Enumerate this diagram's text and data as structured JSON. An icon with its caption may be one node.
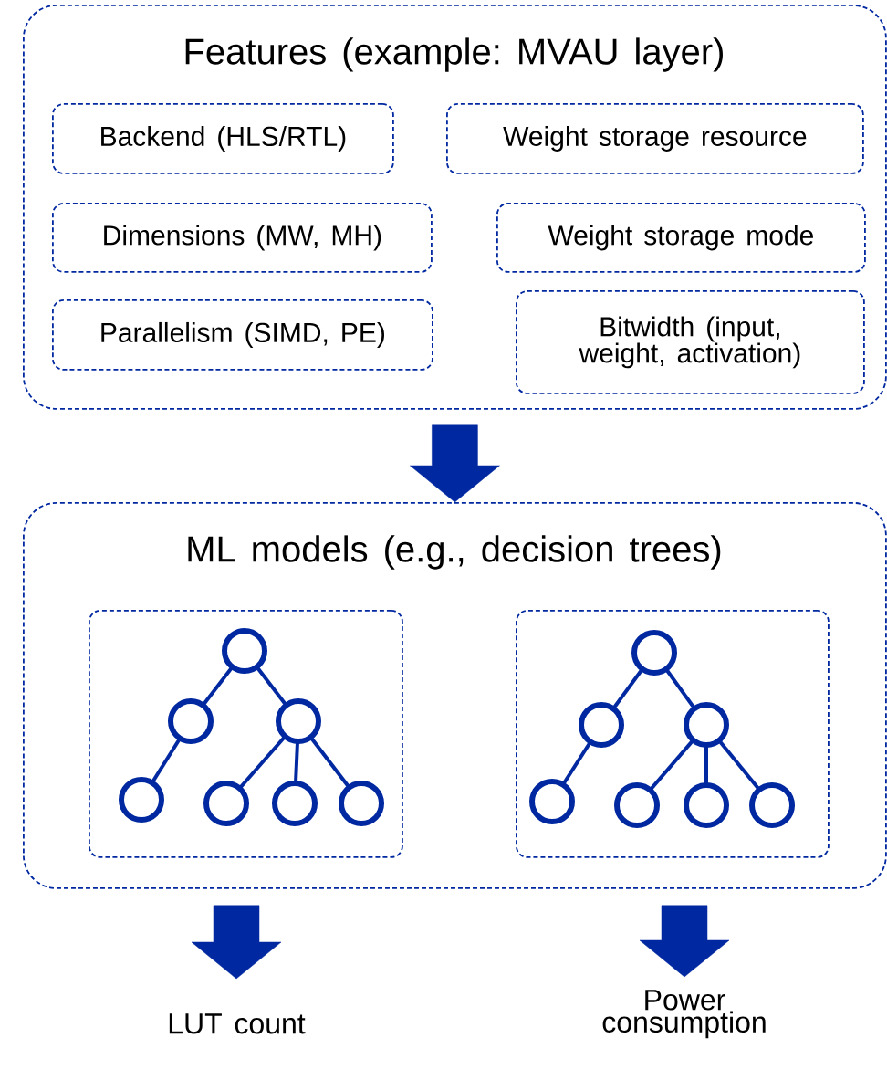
{
  "diagram": {
    "nodes": [
      {
        "text": [
          "Features (example: MVAU layer)"
        ]
      },
      {
        "text": [
          "Backend (HLS/RTL)"
        ],
        "in": 0
      },
      {
        "text": [
          "Weight storage resource"
        ],
        "in": 0
      },
      {
        "text": [
          "Dimensions (MW, MH)"
        ],
        "in": 0
      },
      {
        "text": [
          "Weight storage mode"
        ],
        "in": 0
      },
      {
        "text": [
          "Parallelism (SIMD, PE)"
        ],
        "in": 0
      },
      {
        "text": [
          "Bitwidth (input, weight, activation)"
        ],
        "in": 0
      },
      {
        "text": [
          "ML models (e.g., decision trees)"
        ]
      },
      {
        "text": [],
        "shape": "box",
        "in": 7
      },
      {
        "text": [],
        "shape": "box",
        "in": 7
      },
      {
        "text": [
          "LUT count"
        ]
      },
      {
        "text": [
          "Power consumption"
        ]
      }
    ],
    "edges": [
      {
        "from": 0,
        "to": 7,
        "arrow": "to",
        "style": "thick"
      },
      {
        "from": 7,
        "to": 10,
        "arrow": "to",
        "style": "thick"
      },
      {
        "from": 7,
        "to": 11,
        "arrow": "to",
        "style": "thick"
      }
    ]
  }
}
